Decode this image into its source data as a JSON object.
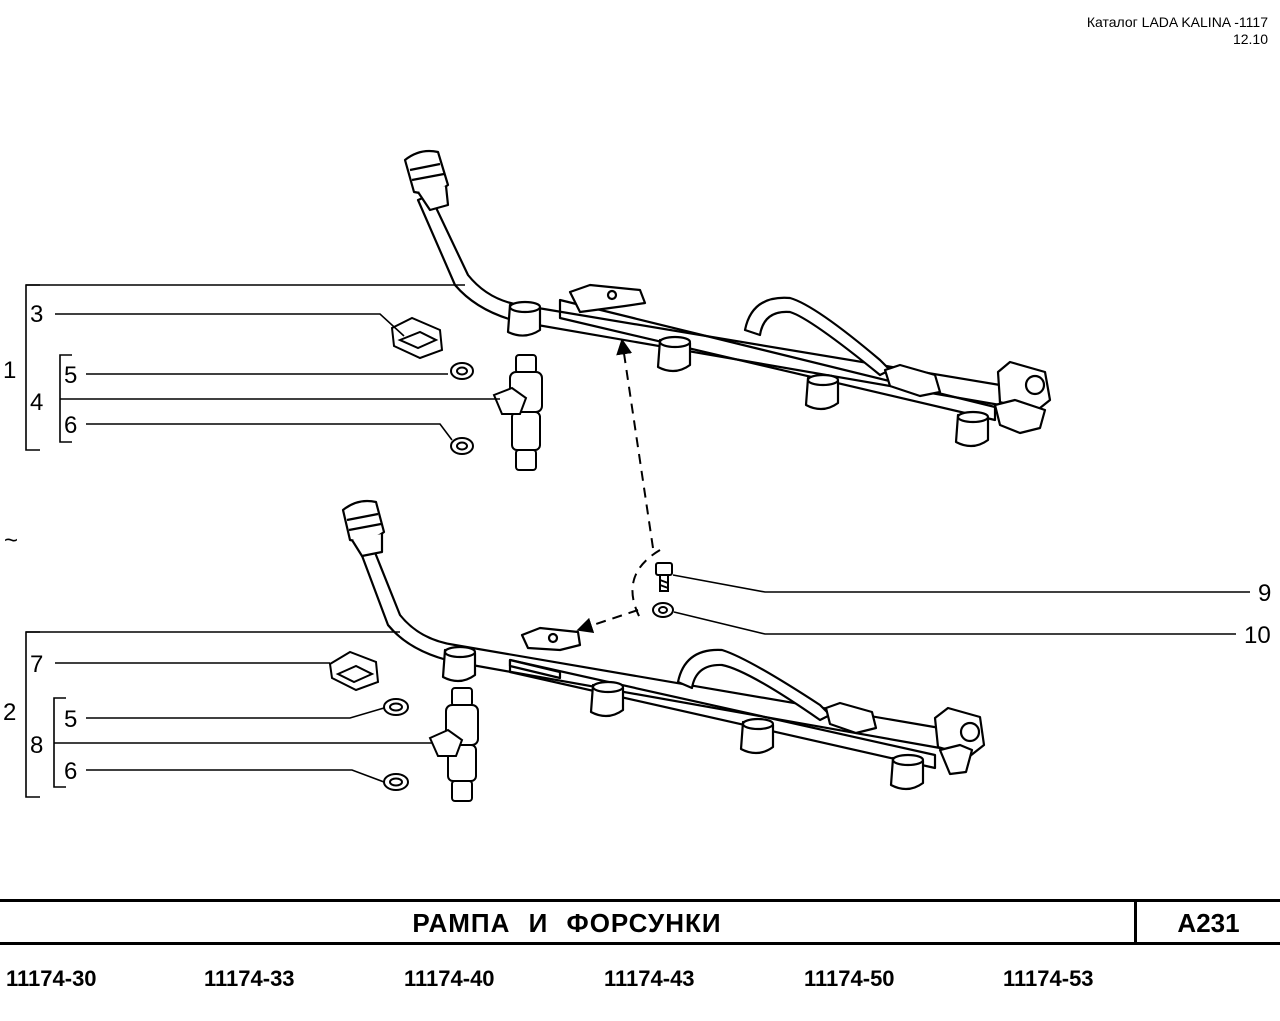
{
  "header": {
    "catalog": "Каталог  LADA  KALINA -1117",
    "date": "12.10"
  },
  "callouts": {
    "c1": "1",
    "c2": "2",
    "c3": "3",
    "c4": "4",
    "c5a": "5",
    "c6a": "6",
    "c5b": "5",
    "c6b": "6",
    "c7": "7",
    "c8": "8",
    "c9": "9",
    "c10": "10",
    "tilde": "~"
  },
  "footer": {
    "title": "РАМПА   И   ФОРСУНКИ",
    "code": "A231",
    "models": [
      "11174-30",
      "11174-33",
      "11174-40",
      "11174-43",
      "11174-50",
      "11174-53"
    ]
  }
}
